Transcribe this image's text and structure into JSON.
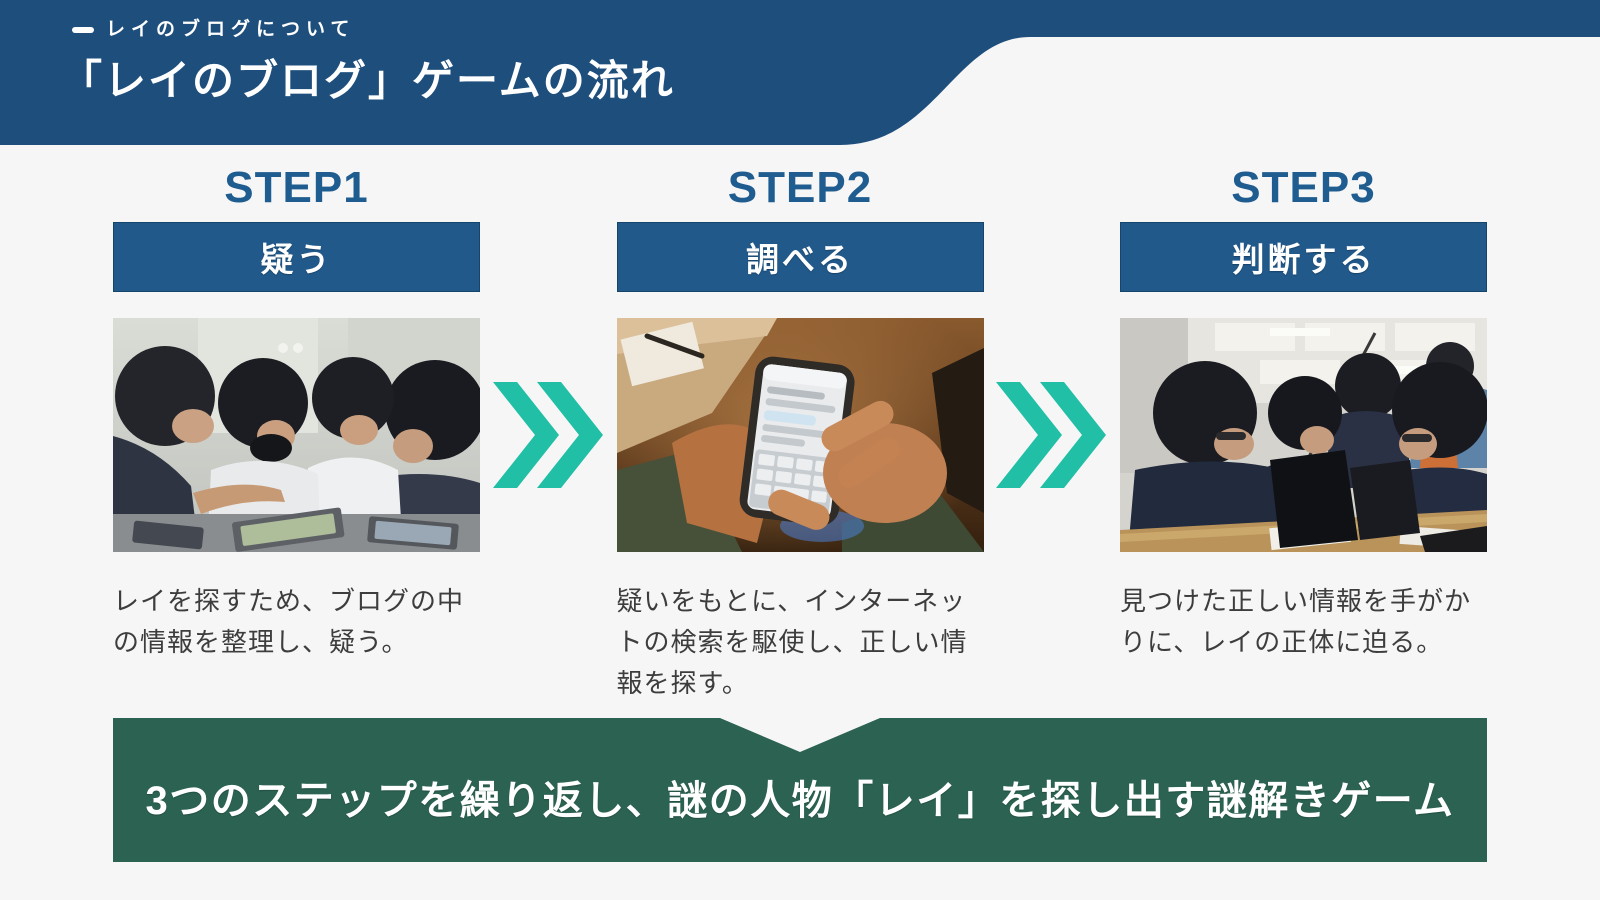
{
  "slide": {
    "eyebrow": "レイのブログについて",
    "title": "「レイのブログ」ゲームの流れ",
    "colors": {
      "header_blue": "#1E4E7C",
      "step_banner_blue": "#21598B",
      "step_label_blue": "#1F5C8F",
      "arrow_teal": "#20BFA6",
      "footer_green": "#2B6252",
      "background": "#F6F6F6",
      "body_text": "#3D3D3D"
    },
    "steps": [
      {
        "label": "STEP1",
        "name": "疑う",
        "description": "レイを探すため、ブログの中の情報を整理し、疑う。",
        "photo_alt": "タブレットをのぞき込み話し合う4人の生徒"
      },
      {
        "label": "STEP2",
        "name": "調べる",
        "description": "疑いをもとに、インターネットの検索を駆使し、正しい情報を探す。",
        "photo_alt": "スマートフォンで検索する手元"
      },
      {
        "label": "STEP3",
        "name": "判断する",
        "description": "見つけた正しい情報を手がかりに、レイの正体に迫る。",
        "photo_alt": "机を囲み資料とタブレットで考える制服の生徒たち"
      }
    ],
    "footer": "3つのステップを繰り返し、謎の人物「レイ」を探し出す謎解きゲーム"
  }
}
